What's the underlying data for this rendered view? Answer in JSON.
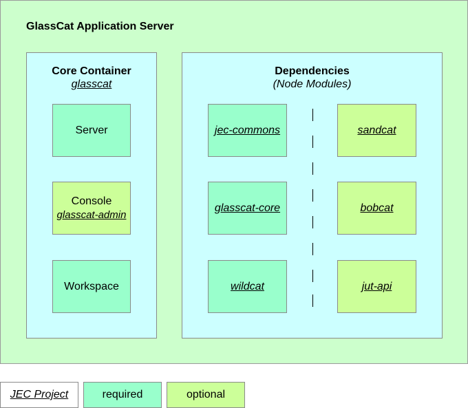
{
  "server": {
    "title": "GlassCat Application Server"
  },
  "core": {
    "heading": "Core Container",
    "subheading": "glasscat",
    "boxes": [
      {
        "label": "Server",
        "sublabel": "",
        "kind": "required"
      },
      {
        "label": "Console",
        "sublabel": "glasscat-admin",
        "kind": "optional"
      },
      {
        "label": "Workspace",
        "sublabel": "",
        "kind": "required"
      }
    ]
  },
  "dependencies": {
    "heading": "Dependencies",
    "subheading": "(Node Modules)",
    "required": [
      "jec-commons",
      "glasscat-core",
      "wildcat"
    ],
    "optional": [
      "sandcat",
      "bobcat",
      "jut-api"
    ]
  },
  "legend": {
    "project": "JEC Project",
    "required": "required",
    "optional": "optional"
  },
  "colors": {
    "background": "#ccffcc",
    "container": "#ccffff",
    "required": "#99ffcc",
    "optional": "#ccff99"
  }
}
